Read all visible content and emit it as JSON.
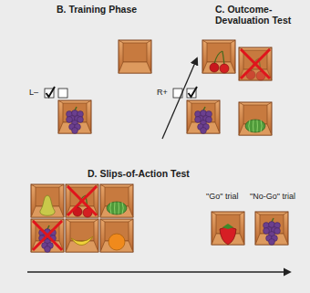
{
  "diagram": {
    "labels": [
      "B. Training Phase",
      "C. Outcome- Devaluation Test",
      "L–",
      "R+",
      "D. Slips-of-Action Test",
      "\"Go\" trial",
      "\"No-Go\" trial"
    ]
  }
}
